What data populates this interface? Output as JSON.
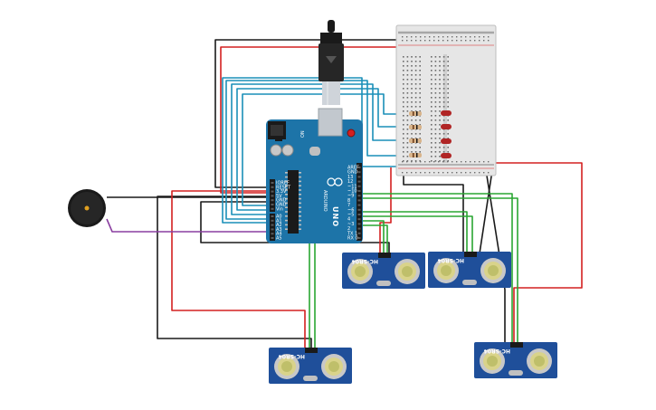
{
  "board": {
    "brand": "ARDUINO",
    "model": "UNO",
    "on_label": "ON",
    "reset_label": "RESET",
    "power_pins": [
      "IOREF",
      "RESET",
      "3.3V",
      "5V",
      "GND",
      "GND",
      "Vin"
    ],
    "analog_pins": [
      "A0",
      "A1",
      "A2",
      "A3",
      "A4",
      "A5"
    ],
    "digital_pins": [
      "AREF",
      "GND",
      "13",
      "12",
      "~11",
      "~10",
      "~9",
      "8",
      "7",
      "~6",
      "~5",
      "4",
      "~3",
      "2",
      "TX 1",
      "RX 0"
    ]
  },
  "sensors": [
    {
      "label": "HC-SR04"
    },
    {
      "label": "HC-SR04"
    },
    {
      "label": "HC-SR04"
    },
    {
      "label": "HC-SR04"
    }
  ],
  "colors": {
    "wire_black": "#1a1a1a",
    "wire_red": "#d42020",
    "wire_blue": "#1a8fb8",
    "wire_green": "#2aa632",
    "wire_purple": "#8a3ea0",
    "board_blue": "#1d74a8",
    "sensor_blue": "#1f4f9a",
    "led_red": "#b02525",
    "breadboard": "#e6e6e6"
  }
}
